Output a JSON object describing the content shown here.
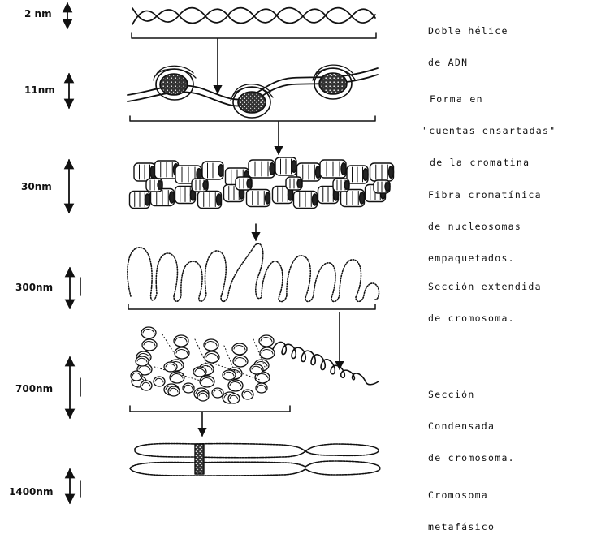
{
  "levels": [
    {
      "scale": "2 nm",
      "lines": [
        "Doble hélice",
        "de ADN"
      ]
    },
    {
      "scale": "11nm",
      "lines": [
        "Forma en",
        "\"cuentas ensartadas\"",
        "de la cromatina"
      ]
    },
    {
      "scale": "30nm",
      "lines": [
        "Fibra cromatínica",
        "de nucleosomas",
        "empaquetados."
      ]
    },
    {
      "scale": "300nm",
      "lines": [
        "Sección extendida",
        "de cromosoma."
      ]
    },
    {
      "scale": "700nm",
      "lines": [
        "Sección",
        "Condensada",
        "de cromosoma."
      ]
    },
    {
      "scale": "1400nm",
      "lines": [
        "Cromosoma",
        "metafásico"
      ]
    }
  ]
}
